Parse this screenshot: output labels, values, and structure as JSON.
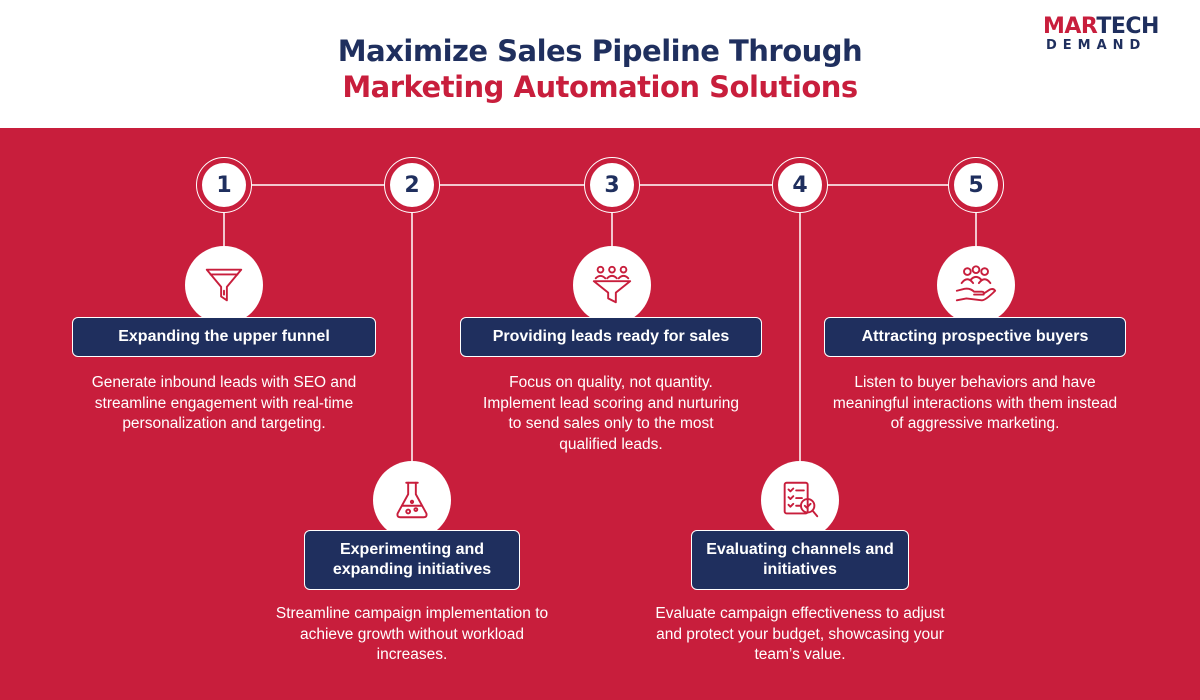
{
  "header": {
    "title_line1": "Maximize Sales Pipeline Through",
    "title_line2": "Marketing Automation Solutions"
  },
  "logo": {
    "part1": "MAR",
    "part2": "TECH",
    "part3": "DEMAND"
  },
  "steps": [
    {
      "number": "1",
      "icon": "funnel-icon",
      "title": "Expanding the upper funnel",
      "description": "Generate inbound leads with SEO and streamline engagement with real-time personalization and targeting."
    },
    {
      "number": "2",
      "icon": "flask-icon",
      "title": "Experimenting and expanding initiatives",
      "description": "Streamline campaign implementation to achieve growth without workload increases."
    },
    {
      "number": "3",
      "icon": "people-funnel-icon",
      "title": "Providing leads ready for sales",
      "description": "Focus on quality, not quantity. Implement lead scoring and nurturing to send sales only to the most qualified leads."
    },
    {
      "number": "4",
      "icon": "checklist-magnifier-icon",
      "title": "Evaluating channels and initiatives",
      "description": "Evaluate campaign effectiveness to adjust and protect your budget, showcasing your team’s value."
    },
    {
      "number": "5",
      "icon": "hand-people-icon",
      "title": "Attracting prospective buyers",
      "description": "Listen to buyer behaviors and have meaningful interactions with them instead of aggressive marketing."
    }
  ],
  "colors": {
    "brand_red": "#c81e3c",
    "brand_navy": "#1f2f5e",
    "white": "#ffffff"
  }
}
